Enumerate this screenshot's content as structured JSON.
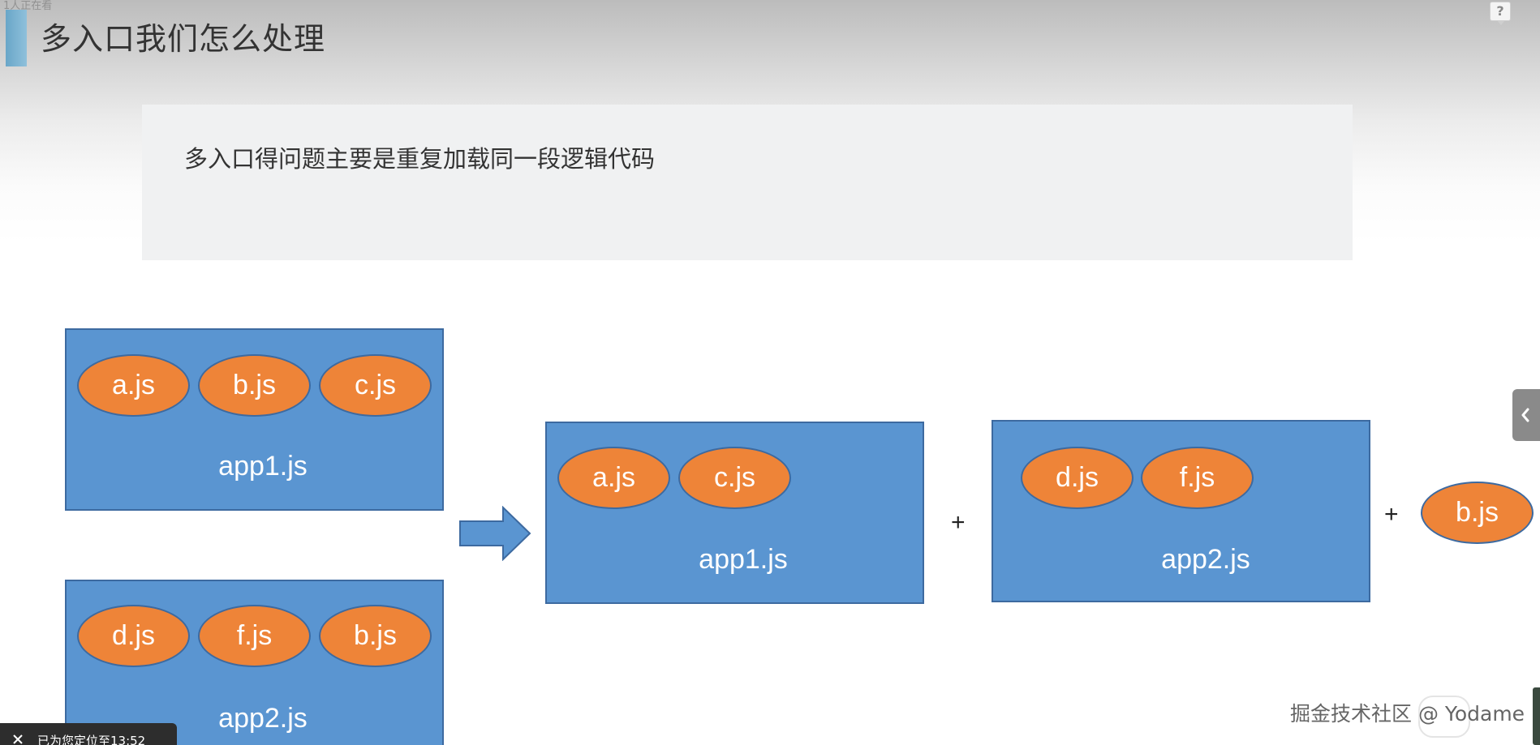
{
  "overlay": {
    "viewer_count": "1人正在看",
    "help_label": "?",
    "toast_text": "已为您定位至13:52",
    "watermark": "掘金技术社区 @ Yodame"
  },
  "slide": {
    "title": "多入口我们怎么处理",
    "text": "多入口得问题主要是重复加载同一段逻辑代码"
  },
  "diagram": {
    "before": [
      {
        "name": "app1.js",
        "modules": [
          "a.js",
          "b.js",
          "c.js"
        ]
      },
      {
        "name": "app2.js",
        "modules": [
          "d.js",
          "f.js",
          "b.js"
        ]
      }
    ],
    "after": [
      {
        "name": "app1.js",
        "modules": [
          "a.js",
          "c.js"
        ]
      },
      {
        "name": "app2.js",
        "modules": [
          "d.js",
          "f.js"
        ]
      }
    ],
    "plus_sign": "+",
    "shared_module": "b.js"
  },
  "colors": {
    "box_fill": "#5a95d1",
    "box_border": "#3d6aa0",
    "module_fill": "#ee8438",
    "title_accent": "#7ab3d3"
  },
  "icons": {
    "help": "help-icon",
    "panel_toggle": "chevron-left-icon",
    "toast_close": "close-icon",
    "arrow": "right-arrow-icon"
  }
}
